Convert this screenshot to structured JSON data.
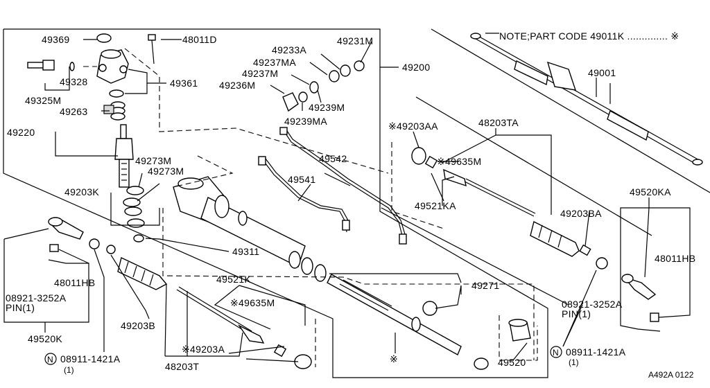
{
  "labels": {
    "p49369": "49369",
    "p48011D": "48011D",
    "p49328": "49328",
    "p49361": "49361",
    "p49325M": "49325M",
    "p49263": "49263",
    "p49220": "49220",
    "p49233A": "49233A",
    "p49231M": "49231M",
    "p49237MA": "49237MA",
    "p49237M": "49237M",
    "p49236M": "49236M",
    "p49239M": "49239M",
    "p49239MA": "49239MA",
    "p49200": "49200",
    "p49542": "49542",
    "p49541": "49541",
    "p49273M_a": "49273M",
    "p49273M_b": "49273M",
    "p49203K": "49203K",
    "p49311": "49311",
    "p49271": "49271",
    "p49521K": "49521K",
    "p49635M_left": "※49635M",
    "p49203A": "※49203A",
    "p48203T": "48203T",
    "p49203B": "49203B",
    "p48011HB_left": "48011HB",
    "p08921_left": "08921-3252A",
    "pin_left": "PIN(1)",
    "p49520K": "49520K",
    "p08911_left": "08911-1421A",
    "qty_left": "(1)",
    "n_left": "N",
    "note": "NOTE;PART CODE 49011K .............. ※",
    "p49001": "49001",
    "p49203AA": "※49203AA",
    "p48203TA": "48203TA",
    "p49635M_right": "※49635M",
    "p49521KA": "49521KA",
    "p49203BA": "49203BA",
    "p49520KA": "49520KA",
    "p48011HB_right": "48011HB",
    "p08921_right": "08921-3252A",
    "pin_right": "PIN(1)",
    "p08911_right": "08911-1421A",
    "qty_right": "(1)",
    "n_right": "N",
    "p49520": "49520",
    "star_mark": "※",
    "diagram_code": "A492A 0122"
  }
}
